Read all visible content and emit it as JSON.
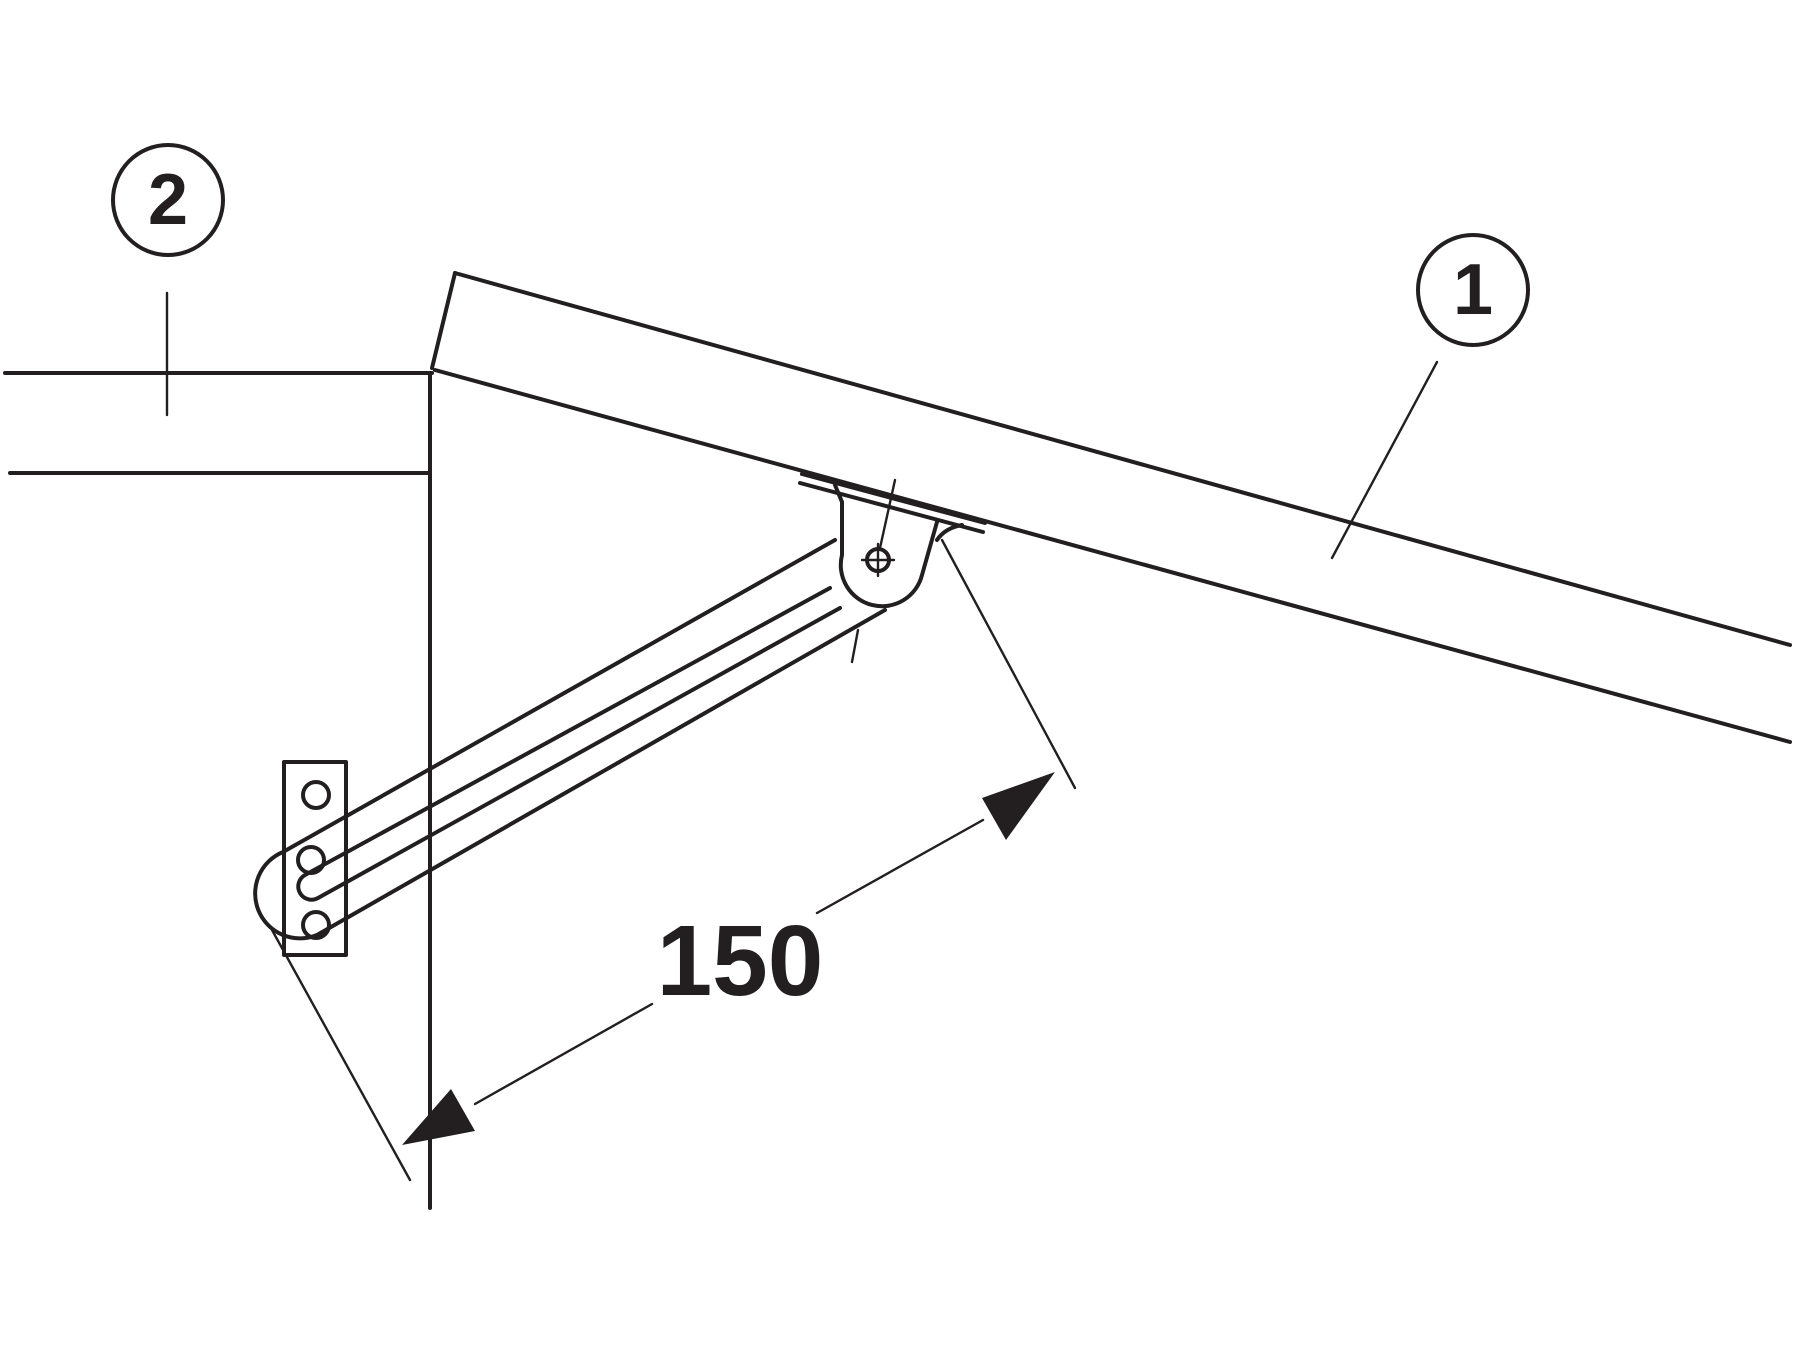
{
  "callouts": {
    "flap": "1",
    "cabinet": "2"
  },
  "dimension": {
    "value": "150"
  }
}
